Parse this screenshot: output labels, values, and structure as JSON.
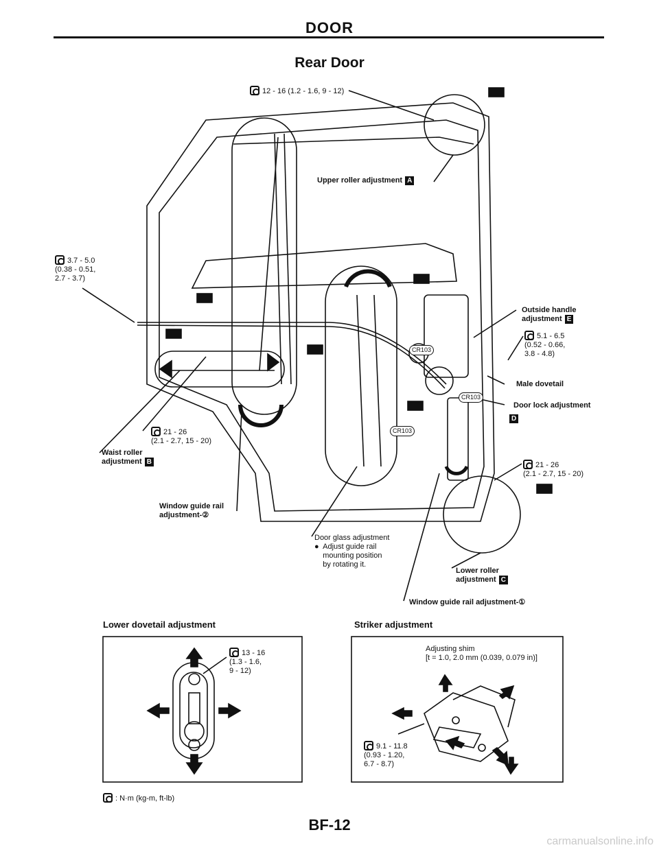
{
  "header": {
    "title": "DOOR",
    "subtitle": "Rear Door"
  },
  "main_diagram": {
    "top_torque": "12 - 16 (1.2 - 1.6, 9 - 12)",
    "upper_roller": {
      "label": "Upper roller adjustment",
      "badge": "A"
    },
    "left_torque": "3.7 - 5.0\n(0.38 - 0.51,\n2.7 - 3.7)",
    "outside_handle": {
      "label": "Outside handle\nadjustment",
      "badge": "E"
    },
    "handle_torque": "5.1 - 6.5\n(0.52 - 0.66,\n3.8 - 4.8)",
    "male_dovetail": "Male dovetail",
    "door_lock": {
      "label": "Door lock adjustment",
      "badge": "D"
    },
    "waist_torque": "21 - 26\n(2.1 - 2.7, 15 - 20)",
    "waist_roller": {
      "label": "Waist roller\nadjustment",
      "badge": "B"
    },
    "right_torque": "21 - 26\n(2.1 - 2.7, 15 - 20)",
    "window_guide_2": "Window guide rail\nadjustment-②",
    "door_glass": "Door glass adjustment\n●  Adjust guide rail\n    mounting position\n    by rotating it.",
    "lower_roller": {
      "label": "Lower roller\nadjustment",
      "badge": "C"
    },
    "window_guide_1": "Window guide rail adjustment-①",
    "connectors": [
      "CR103",
      "CR103",
      "CR103"
    ]
  },
  "lower_dovetail": {
    "title": "Lower dovetail adjustment",
    "torque": "13 - 16\n(1.3 - 1.6,\n9 - 12)"
  },
  "striker": {
    "title": "Striker adjustment",
    "shim": "Adjusting shim\n[t = 1.0, 2.0 mm (0.039, 0.079 in)]",
    "torque": "9.1 - 11.8\n(0.93 - 1.20,\n6.7 - 8.7)"
  },
  "legend": ": N·m (kg-m, ft-lb)",
  "footer": {
    "page": "BF-12"
  },
  "watermark": "carmanualsonline.info"
}
